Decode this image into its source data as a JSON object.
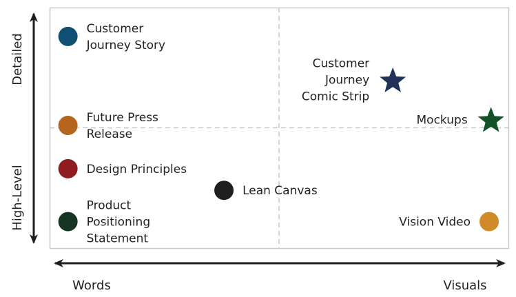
{
  "chart_data": {
    "type": "scatter",
    "title": "",
    "x_axis": {
      "low_label": "Words",
      "high_label": "Visuals",
      "range": [
        0,
        1
      ]
    },
    "y_axis": {
      "low_label": "High-Level",
      "high_label": "Detailed",
      "range": [
        0,
        1
      ]
    },
    "quadrant_dividers": {
      "x": 0.5,
      "y": 0.5,
      "style": "dashed"
    },
    "points": [
      {
        "label": [
          "Customer",
          "Journey Story"
        ],
        "x": 0.04,
        "y": 0.88,
        "shape": "circle",
        "color": "#0f4f72",
        "label_side": "right"
      },
      {
        "label": [
          "Future Press",
          "Release"
        ],
        "x": 0.04,
        "y": 0.51,
        "shape": "circle",
        "color": "#b5651d",
        "label_side": "right"
      },
      {
        "label": [
          "Design Principles"
        ],
        "x": 0.04,
        "y": 0.33,
        "shape": "circle",
        "color": "#8f1c1f",
        "label_side": "right"
      },
      {
        "label": [
          "Product",
          "Positioning",
          "Statement"
        ],
        "x": 0.04,
        "y": 0.11,
        "shape": "circle",
        "color": "#183524",
        "label_side": "right"
      },
      {
        "label": [
          "Lean Canvas"
        ],
        "x": 0.38,
        "y": 0.24,
        "shape": "circle",
        "color": "#1e1e1e",
        "label_side": "right"
      },
      {
        "label": [
          "Customer",
          "Journey",
          "Comic Strip"
        ],
        "x": 0.748,
        "y": 0.7,
        "shape": "star",
        "color": "#22335a",
        "label_side": "left"
      },
      {
        "label": [
          "Mockups"
        ],
        "x": 0.962,
        "y": 0.535,
        "shape": "star",
        "color": "#115227",
        "label_side": "left"
      },
      {
        "label": [
          "Vision Video"
        ],
        "x": 0.958,
        "y": 0.11,
        "shape": "circle",
        "color": "#d08a2a",
        "label_side": "left"
      }
    ]
  },
  "colors": {
    "frame": "#c8c8c8",
    "divider": "#c0c0c0",
    "arrow": "#1e1e1e",
    "text": "#222222"
  }
}
